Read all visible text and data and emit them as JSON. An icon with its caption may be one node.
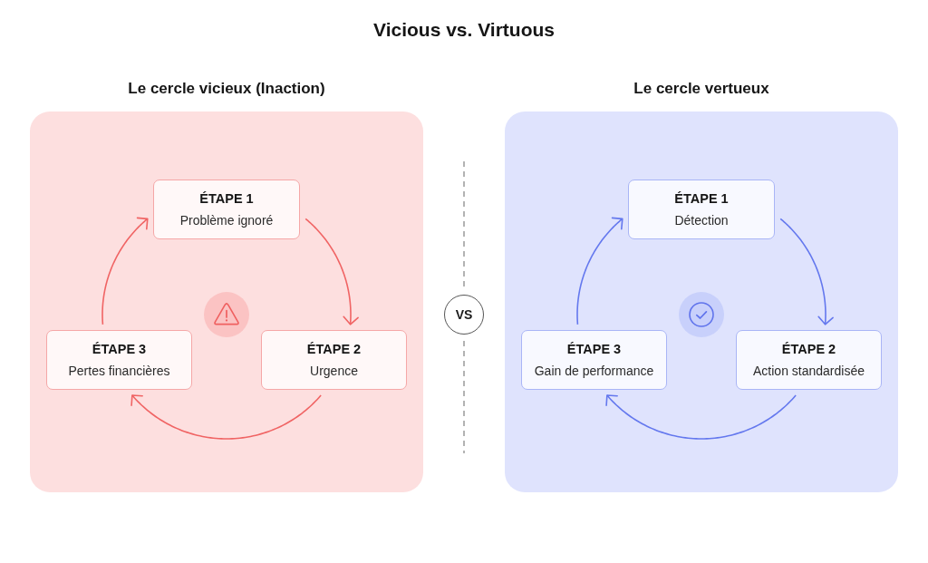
{
  "diagram": {
    "title": "Vicious vs. Virtuous",
    "nodes": [
      {
        "text": [
          "Le cercle vicieux (Inaction)"
        ]
      },
      {
        "text": [
          "ÉTAPE 1",
          "Problème ignoré"
        ],
        "in": 0
      },
      {
        "text": [
          "ÉTAPE 2",
          "Urgence"
        ],
        "in": 0
      },
      {
        "text": [
          "ÉTAPE 3",
          "Pertes financières"
        ],
        "in": 0
      },
      {
        "text": [
          "VS"
        ]
      },
      {
        "text": [
          "Le cercle vertueux"
        ]
      },
      {
        "text": [
          "ÉTAPE 1",
          "Détection"
        ],
        "in": 5
      },
      {
        "text": [
          "ÉTAPE 2",
          "Action standardisée"
        ],
        "in": 5
      },
      {
        "text": [
          "ÉTAPE 3",
          "Gain de performance"
        ],
        "in": 5
      }
    ],
    "edges": [
      {
        "from": 1,
        "to": 2,
        "arrow": "to",
        "color": "#f06464"
      },
      {
        "from": 2,
        "to": 3,
        "arrow": "to",
        "color": "#f06464"
      },
      {
        "from": 3,
        "to": 1,
        "arrow": "to",
        "color": "#f06464"
      },
      {
        "from": 6,
        "to": 7,
        "arrow": "to",
        "color": "#6478ee"
      },
      {
        "from": 7,
        "to": 8,
        "arrow": "to",
        "color": "#6478ee"
      },
      {
        "from": 8,
        "to": 6,
        "arrow": "to",
        "color": "#6478ee"
      }
    ]
  }
}
